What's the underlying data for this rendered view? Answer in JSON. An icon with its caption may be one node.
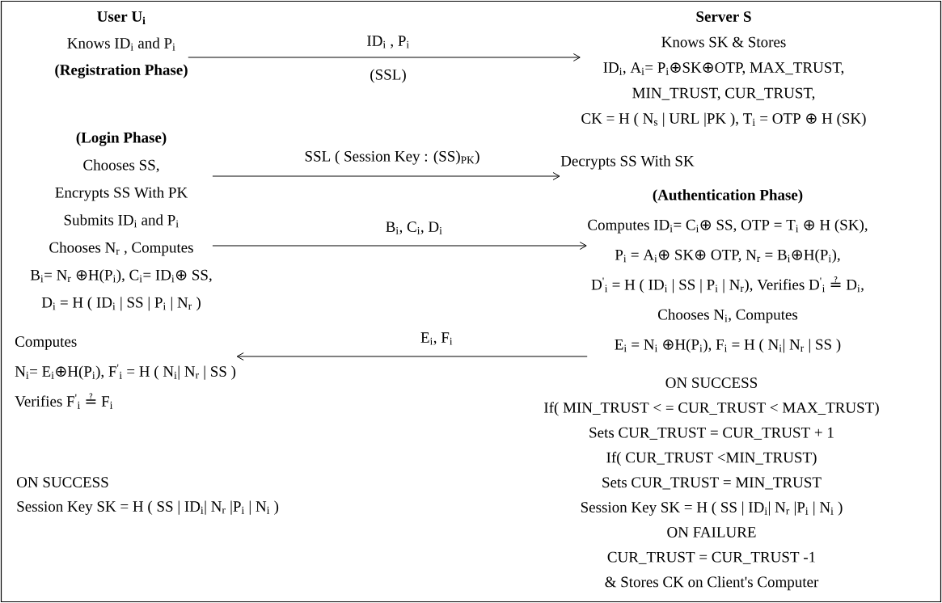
{
  "diagram": {
    "nodes": [
      {
        "text": [
          "User U$_{i}$",
          "Knows ID$_{i}$ and P$_{i}$",
          "(Registration Phase)"
        ]
      },
      {
        "text": [
          "Server S",
          "Knows SK & Stores",
          "ID$_{i}$, A$_{i}$= P$_{i}$⊕SK⊕OTP, MAX_TRUST,",
          "MIN_TRUST, CUR_TRUST,",
          "CK = H ( N$_{s}$ | URL |PK ), T$_{i}$ = OTP ⊕ H (SK)"
        ]
      },
      {
        "text": [
          "(Login Phase)",
          "Chooses SS,",
          "Encrypts SS With PK",
          "Submits ID$_{i}$ and P$_{i}$",
          "Chooses N$_{r}$ , Computes",
          "B$_{i}$= N$_{r}$ ⊕H(P$_{i}$), C$_{i}$= ID$_{i}$⊕ SS,",
          "D$_{i}$ = H ( ID$_{i}$ | SS | P$_{i}$ | N$_{r}$ )"
        ]
      },
      {
        "text": [
          "Decrypts SS With SK"
        ]
      },
      {
        "text": [
          "(Authentication Phase)",
          "Computes ID$_{i}$= C$_{i}$⊕ SS, OTP = T$_{i}$ ⊕ H (SK),",
          "P$_{i}$ = A$_{i}$⊕ SK⊕ OTP, N$_{r}$ = B$_{i}$⊕H(P$_{i}$),",
          "D$^{'}$$_{i}$ = H ( ID$_{i}$ | SS | P$_{i}$ | N$_{r}$), Verifies D$^{'}$$_{i}$ ≟ D$_{i}$,",
          "Chooses N$_{i}$, Computes",
          "E$_{i}$ = N$_{i}$ ⊕H(P$_{i}$), F$_{i}$ = H ( N$_{i}$| N$_{r}$ | SS )"
        ]
      },
      {
        "text": [
          "Computes",
          "N$_{i}$= E$_{i}$⊕H(P$_{i}$), F$^{'}$$_{i}$ = H ( N$_{i}$| N$_{r}$ | SS )",
          "Verifies F$^{'}$$_{i}$ ≟ F$_{i}$"
        ]
      },
      {
        "text": [
          "ON SUCCESS",
          "If( MIN_TRUST < = CUR_TRUST < MAX_TRUST)",
          "Sets CUR_TRUST = CUR_TRUST + 1",
          "If( CUR_TRUST <MIN_TRUST)",
          "Sets CUR_TRUST = MIN_TRUST",
          "Session Key SK = H ( SS | ID$_{i}$| N$_{r}$ |P$_{i}$ | N$_{i}$ )",
          "ON FAILURE",
          "CUR_TRUST = CUR_TRUST -1",
          "& Stores CK on Client's Computer"
        ]
      },
      {
        "text": [
          "ON SUCCESS",
          "Session Key SK = H ( SS | ID$_{i}$| N$_{r}$ |P$_{i}$ | N$_{i}$ )"
        ]
      }
    ],
    "edges": [
      {
        "from": 0,
        "to": 1,
        "arrow": "to",
        "label": "ID$_{i}$ , P$_{i}$"
      },
      {
        "from": 2,
        "to": 3,
        "arrow": "to",
        "label": "SSL ( Session Key : (SS)$_{PK}$)"
      },
      {
        "from": 2,
        "to": 4,
        "arrow": "to",
        "label": "B$_{i}$, C$_{i}$, D$_{i}$"
      },
      {
        "from": 4,
        "to": 5,
        "arrow": "to",
        "label": "E$_{i}$, F$_{i}$"
      }
    ],
    "labels": [
      "(SSL)"
    ]
  }
}
